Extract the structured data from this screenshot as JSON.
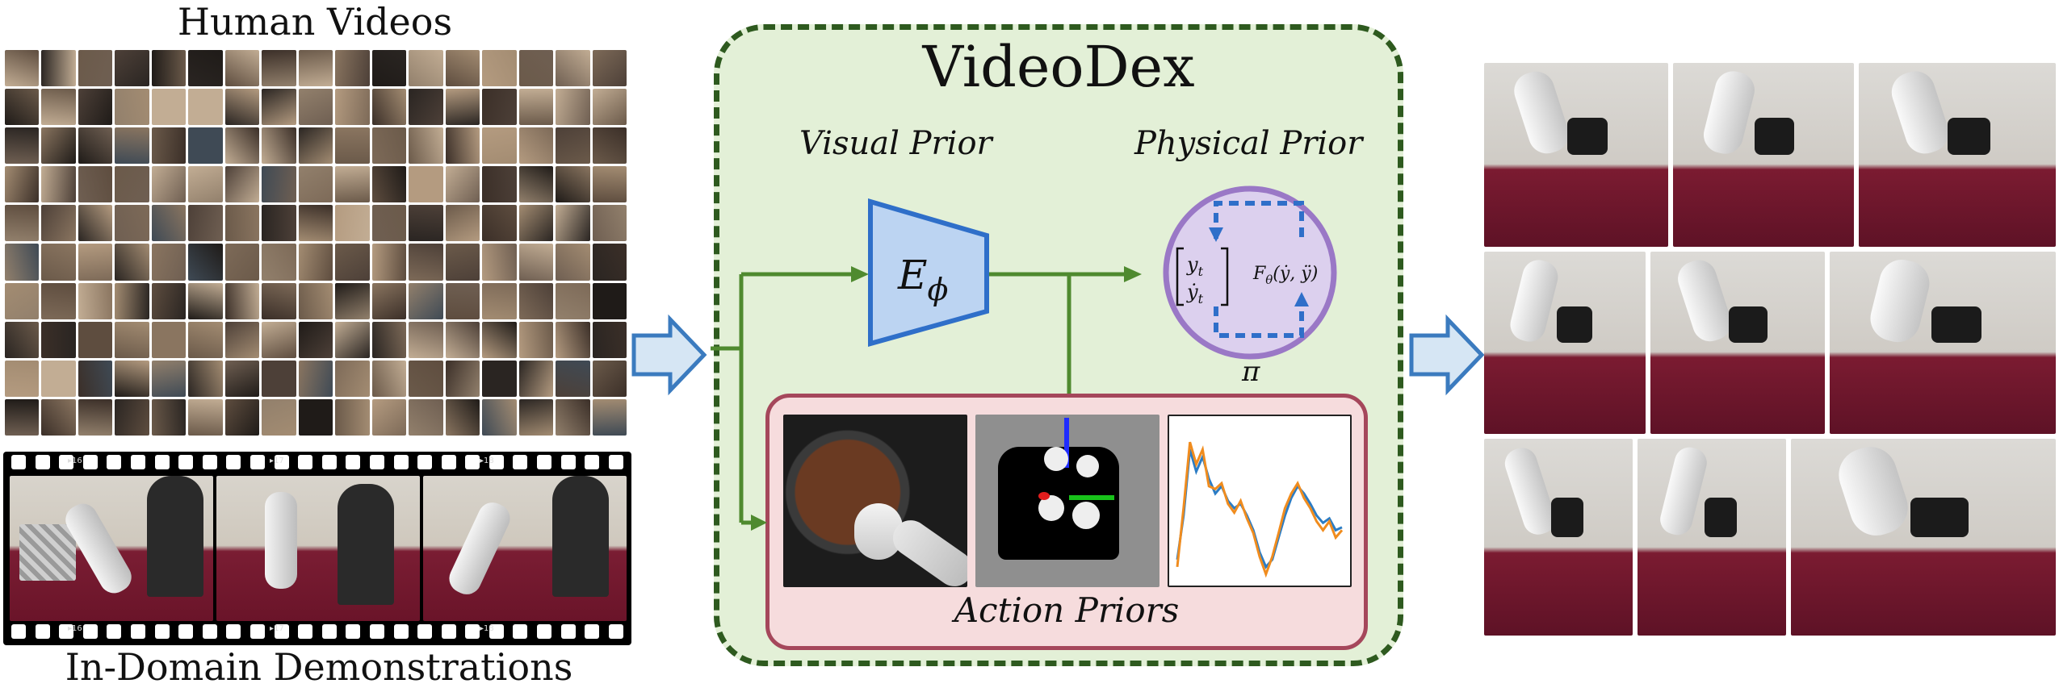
{
  "figure": {
    "title_left_top": "Human Videos",
    "title_left_bottom": "In-Domain Demonstrations",
    "panel_title": "VideoDex",
    "visual_prior": "Visual Prior",
    "physical_prior": "Physical Prior",
    "encoder_symbol": "E",
    "encoder_subscript": "ϕ",
    "state_y": "y",
    "state_y_sub": "t",
    "state_ydot": "ẏ",
    "state_ydot_sub": "t",
    "dynamics_label": "F",
    "dynamics_sub": "θ",
    "dynamics_args": "(ẏ, ÿ)",
    "policy_label": "π",
    "action_priors": "Action Priors"
  },
  "film_ticks": [
    "▸16",
    "▸17",
    "▸18",
    "▸16",
    "▸17",
    "▸18"
  ],
  "colors": {
    "panel_bg": "#e3f0d7",
    "panel_border": "#2e5a1f",
    "arrow_green": "#4f8a2f",
    "big_arrow_fill": "#d6e6f4",
    "big_arrow_stroke": "#3b7bbf",
    "encoder_fill": "#bcd4f2",
    "encoder_stroke": "#2f6fc9",
    "physical_circle_fill": "#dcd0ee",
    "physical_circle_stroke": "#9a78c6",
    "loop_blue": "#2f6fc9",
    "action_box_bg": "#f6dcdd",
    "action_box_border": "#a5475b",
    "plot_line_blue": "#2b7cc4",
    "plot_line_orange": "#f08c1e"
  },
  "chart_data": {
    "type": "line",
    "series": [
      {
        "values": [
          0.1,
          0.4,
          0.85,
          0.7,
          0.8,
          0.65,
          0.55,
          0.6,
          0.5,
          0.45,
          0.48,
          0.4,
          0.3,
          0.15,
          0.05,
          0.1,
          0.25,
          0.4,
          0.52,
          0.6,
          0.55,
          0.48,
          0.4,
          0.35,
          0.38,
          0.3,
          0.32
        ]
      },
      {
        "values": [
          0.05,
          0.45,
          0.9,
          0.75,
          0.85,
          0.6,
          0.58,
          0.62,
          0.48,
          0.42,
          0.5,
          0.38,
          0.28,
          0.12,
          0.0,
          0.12,
          0.28,
          0.45,
          0.55,
          0.62,
          0.52,
          0.45,
          0.36,
          0.3,
          0.36,
          0.25,
          0.3
        ]
      }
    ]
  }
}
